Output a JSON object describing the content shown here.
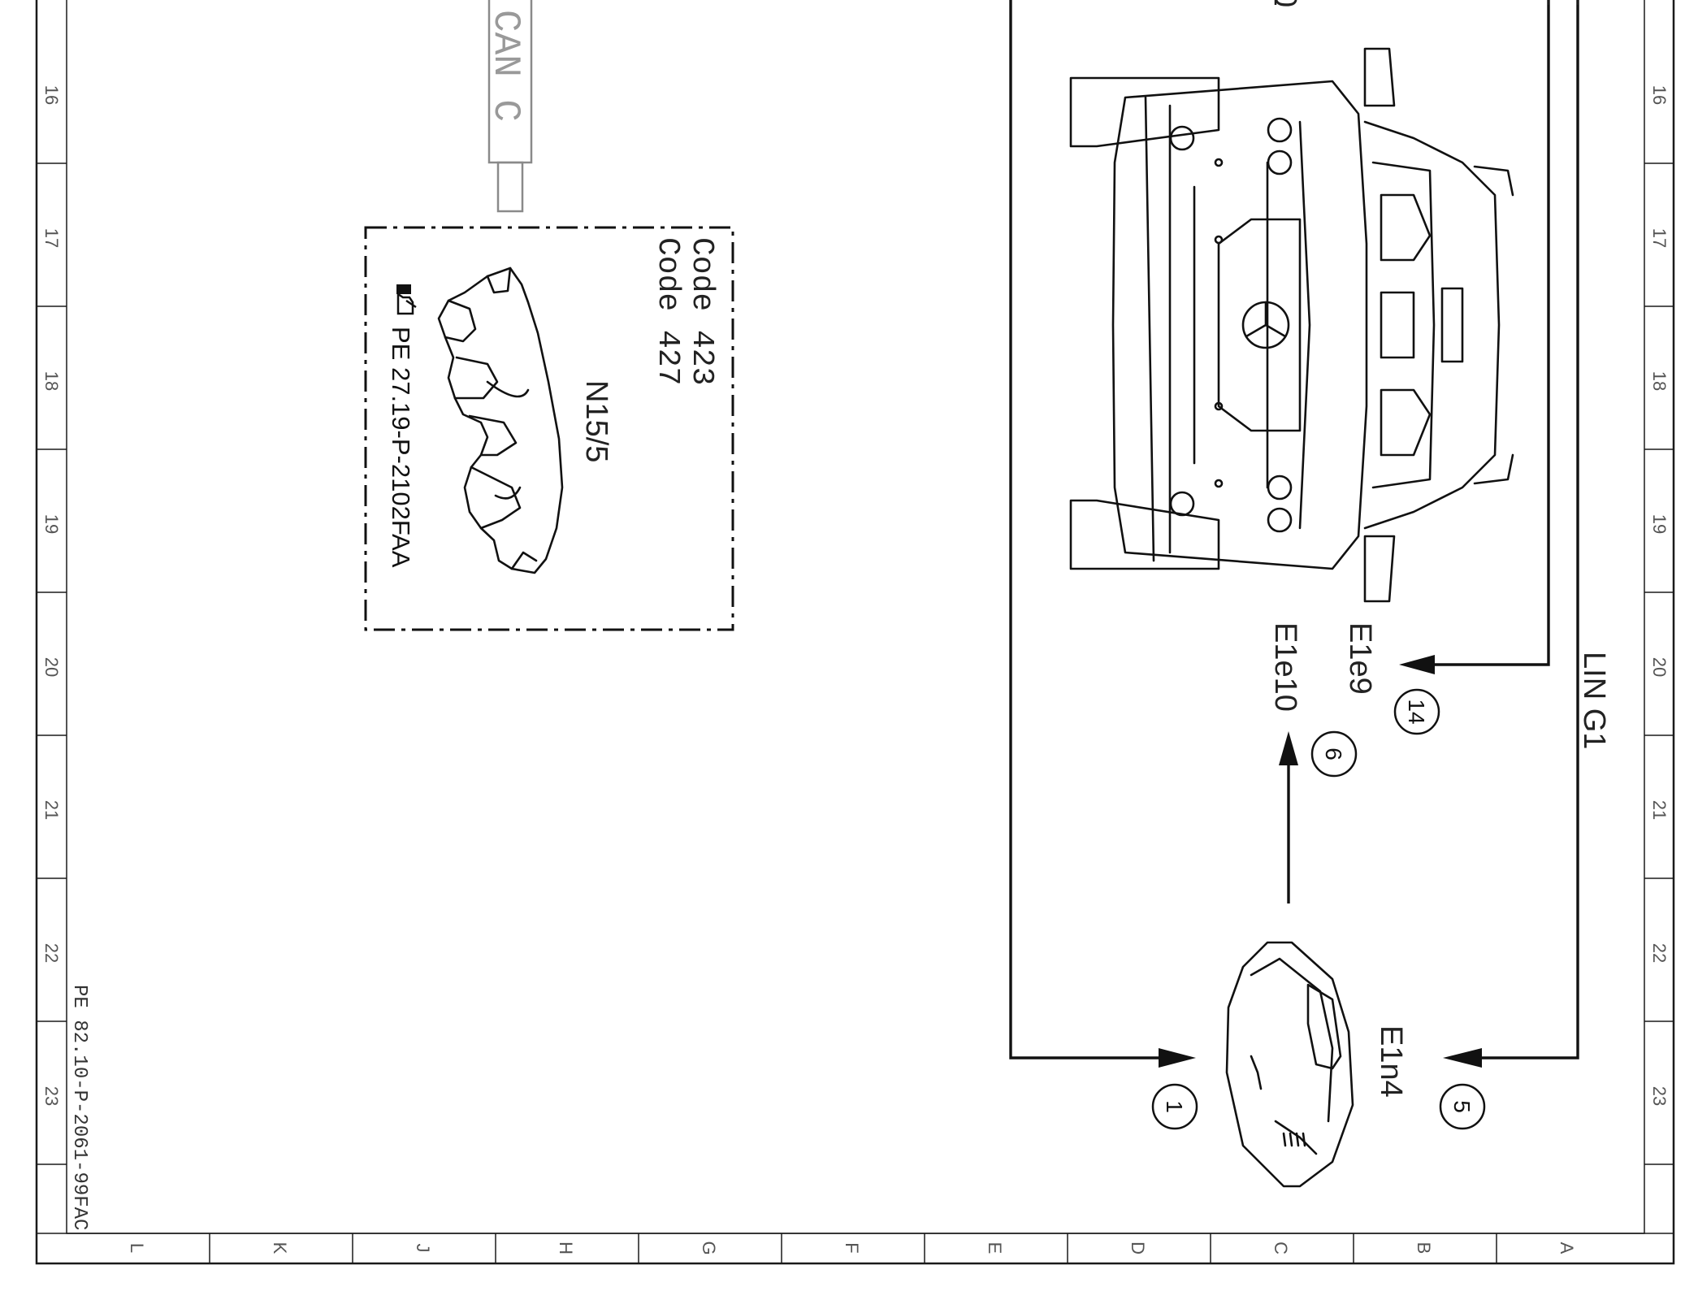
{
  "zones": {
    "rows": [
      "16",
      "17",
      "18",
      "19",
      "20",
      "21",
      "22",
      "23"
    ],
    "columns": [
      "L",
      "K",
      "J",
      "H",
      "G",
      "F",
      "E",
      "D",
      "C",
      "B",
      "A"
    ]
  },
  "bus_labels": {
    "can": "CAN C",
    "lin": "LIN G1"
  },
  "module_box": {
    "codes": [
      "Code 423",
      "Code 427"
    ],
    "component": "N15/5",
    "reference": "PE 27.19-P-2102FAA"
  },
  "components": {
    "headlamp_left": "E1e9",
    "headlamp_right": "E1e10",
    "control_unit": "E1n4"
  },
  "connectors": [
    "14",
    "6",
    "1",
    "5"
  ],
  "footer_reference": "PE 82.10-P-2061-99FAC"
}
